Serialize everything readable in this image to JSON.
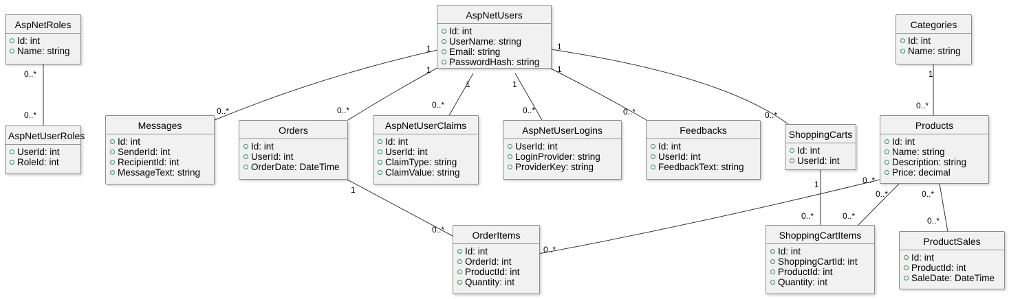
{
  "colors": {
    "box_fill": "#f1f1f1",
    "box_border": "#8c8c8c",
    "visibility_marker": "#3b8d5f",
    "edge": "#333333"
  },
  "classes": [
    {
      "id": "AspNetRoles",
      "name": "AspNetRoles",
      "attrs": [
        "Id: int",
        "Name: string"
      ]
    },
    {
      "id": "AspNetUserRoles",
      "name": "AspNetUserRoles",
      "attrs": [
        "UserId: int",
        "RoleId: int"
      ]
    },
    {
      "id": "Messages",
      "name": "Messages",
      "attrs": [
        "Id: int",
        "SenderId: int",
        "RecipientId: int",
        "MessageText: string"
      ]
    },
    {
      "id": "Orders",
      "name": "Orders",
      "attrs": [
        "Id: int",
        "UserId: int",
        "OrderDate: DateTime"
      ]
    },
    {
      "id": "AspNetUsers",
      "name": "AspNetUsers",
      "attrs": [
        "Id: int",
        "UserName: string",
        "Email: string",
        "PasswordHash: string"
      ]
    },
    {
      "id": "AspNetUserClaims",
      "name": "AspNetUserClaims",
      "attrs": [
        "Id: int",
        "UserId: int",
        "ClaimType: string",
        "ClaimValue: string"
      ]
    },
    {
      "id": "AspNetUserLogins",
      "name": "AspNetUserLogins",
      "attrs": [
        "UserId: int",
        "LoginProvider: string",
        "ProviderKey: string"
      ]
    },
    {
      "id": "Feedbacks",
      "name": "Feedbacks",
      "attrs": [
        "Id: int",
        "UserId: int",
        "FeedbackText: string"
      ]
    },
    {
      "id": "ShoppingCarts",
      "name": "ShoppingCarts",
      "attrs": [
        "Id: int",
        "UserId: int"
      ]
    },
    {
      "id": "Categories",
      "name": "Categories",
      "attrs": [
        "Id: int",
        "Name: string"
      ]
    },
    {
      "id": "Products",
      "name": "Products",
      "attrs": [
        "Id: int",
        "Name: string",
        "Description: string",
        "Price: decimal"
      ]
    },
    {
      "id": "OrderItems",
      "name": "OrderItems",
      "attrs": [
        "Id: int",
        "OrderId: int",
        "ProductId: int",
        "Quantity: int"
      ]
    },
    {
      "id": "ShoppingCartItems",
      "name": "ShoppingCartItems",
      "attrs": [
        "Id: int",
        "ShoppingCartId: int",
        "ProductId: int",
        "Quantity: int"
      ]
    },
    {
      "id": "ProductSales",
      "name": "ProductSales",
      "attrs": [
        "Id: int",
        "ProductId: int",
        "SaleDate: DateTime"
      ]
    }
  ],
  "relations": [
    {
      "from": "AspNetRoles",
      "to": "AspNetUserRoles",
      "from_mult": "",
      "to_mult": "0..*",
      "extra_mult": "0..*"
    },
    {
      "from": "AspNetUsers",
      "to": "Messages",
      "from_mult": "1",
      "to_mult": "0..*"
    },
    {
      "from": "AspNetUsers",
      "to": "Orders",
      "from_mult": "1",
      "to_mult": "0..*"
    },
    {
      "from": "AspNetUsers",
      "to": "AspNetUserClaims",
      "from_mult": "1",
      "to_mult": "0..*"
    },
    {
      "from": "AspNetUsers",
      "to": "AspNetUserLogins",
      "from_mult": "1",
      "to_mult": "0..*"
    },
    {
      "from": "AspNetUsers",
      "to": "Feedbacks",
      "from_mult": "1",
      "to_mult": "0..*"
    },
    {
      "from": "AspNetUsers",
      "to": "ShoppingCarts",
      "from_mult": "1",
      "to_mult": "0..*"
    },
    {
      "from": "Categories",
      "to": "Products",
      "from_mult": "1",
      "to_mult": "0..*"
    },
    {
      "from": "Orders",
      "to": "OrderItems",
      "from_mult": "1",
      "to_mult": "0..*"
    },
    {
      "from": "Products",
      "to": "OrderItems",
      "from_mult": "0..*",
      "to_mult": "0..*"
    },
    {
      "from": "ShoppingCarts",
      "to": "ShoppingCartItems",
      "from_mult": "1",
      "to_mult": "0..*"
    },
    {
      "from": "Products",
      "to": "ShoppingCartItems",
      "from_mult": "0..*",
      "to_mult": "0..*"
    },
    {
      "from": "Products",
      "to": "ProductSales",
      "from_mult": "0..*",
      "to_mult": "0..*"
    }
  ]
}
